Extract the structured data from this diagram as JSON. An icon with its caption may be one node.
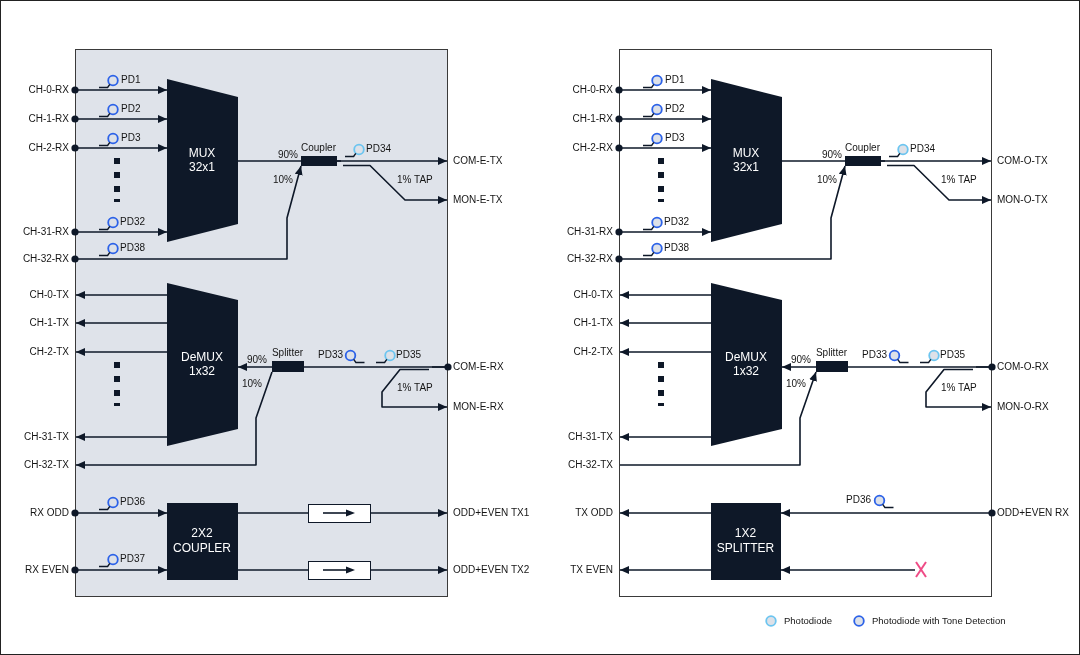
{
  "diagram": {
    "nodes": [
      {
        "text": [],
        "shape": "box"
      },
      {
        "text": [
          "CH-0-RX"
        ]
      },
      {
        "text": [
          "CH-1-RX"
        ]
      },
      {
        "text": [
          "CH-2-RX"
        ]
      },
      {
        "text": [
          "CH-31-RX"
        ]
      },
      {
        "text": [
          "CH-32-RX"
        ]
      },
      {
        "text": [
          "MUX 32x1"
        ],
        "in": 0
      },
      {
        "text": [
          "Coupler"
        ],
        "in": 0
      },
      {
        "text": [
          "COM-E-TX"
        ]
      },
      {
        "text": [
          "MON-E-TX"
        ]
      },
      {
        "text": [
          "CH-0-TX"
        ]
      },
      {
        "text": [
          "CH-1-TX"
        ]
      },
      {
        "text": [
          "CH-2-TX"
        ]
      },
      {
        "text": [
          "CH-31-TX"
        ]
      },
      {
        "text": [
          "CH-32-TX"
        ]
      },
      {
        "text": [
          "DeMUX 1x32"
        ],
        "in": 0
      },
      {
        "text": [
          "Splitter"
        ],
        "in": 0
      },
      {
        "text": [
          "COM-E-RX"
        ]
      },
      {
        "text": [
          "MON-E-RX"
        ]
      },
      {
        "text": [
          "RX ODD"
        ]
      },
      {
        "text": [
          "RX EVEN"
        ]
      },
      {
        "text": [
          "2X2 COUPLER"
        ],
        "in": 0
      },
      {
        "text": [],
        "shape": "box",
        "in": 0
      },
      {
        "text": [],
        "shape": "box",
        "in": 0
      },
      {
        "text": [
          "ODD+EVEN TX1"
        ]
      },
      {
        "text": [
          "ODD+EVEN TX2"
        ]
      },
      {
        "text": [],
        "shape": "box"
      },
      {
        "text": [
          "CH-0-RX"
        ]
      },
      {
        "text": [
          "CH-1-RX"
        ]
      },
      {
        "text": [
          "CH-2-RX"
        ]
      },
      {
        "text": [
          "CH-31-RX"
        ]
      },
      {
        "text": [
          "CH-32-RX"
        ]
      },
      {
        "text": [
          "MUX 32x1"
        ],
        "in": 26
      },
      {
        "text": [
          "Coupler"
        ],
        "in": 26
      },
      {
        "text": [
          "COM-O-TX"
        ]
      },
      {
        "text": [
          "MON-O-TX"
        ]
      },
      {
        "text": [
          "CH-0-TX"
        ]
      },
      {
        "text": [
          "CH-1-TX"
        ]
      },
      {
        "text": [
          "CH-2-TX"
        ]
      },
      {
        "text": [
          "CH-31-TX"
        ]
      },
      {
        "text": [
          "CH-32-TX"
        ]
      },
      {
        "text": [
          "DeMUX 1x32"
        ],
        "in": 26
      },
      {
        "text": [
          "Splitter"
        ],
        "in": 26
      },
      {
        "text": [
          "COM-O-RX"
        ]
      },
      {
        "text": [
          "MON-O-RX"
        ]
      },
      {
        "text": [
          "TX ODD"
        ]
      },
      {
        "text": [
          "1X2 SPLITTER"
        ],
        "in": 26
      },
      {
        "text": [
          "ODD+EVEN RX"
        ]
      },
      {
        "text": [
          "TX EVEN"
        ]
      },
      {
        "text": [],
        "shape": "cross",
        "in": 26
      }
    ],
    "edges": [
      {
        "from": 1,
        "to": 6,
        "arrow": "to"
      },
      {
        "from": 2,
        "to": 6,
        "arrow": "to"
      },
      {
        "from": 3,
        "to": 6,
        "arrow": "to"
      },
      {
        "from": 4,
        "to": 6,
        "arrow": "to"
      },
      {
        "from": 5,
        "to": 7,
        "arrow": "to",
        "label": "10%"
      },
      {
        "from": 6,
        "to": 7,
        "arrow": "none",
        "label": "90%"
      },
      {
        "from": 7,
        "to": 8,
        "arrow": "to"
      },
      {
        "from": 7,
        "to": 9,
        "arrow": "to",
        "label": "1% TAP"
      },
      {
        "from": 15,
        "to": 10,
        "arrow": "to"
      },
      {
        "from": 15,
        "to": 11,
        "arrow": "to"
      },
      {
        "from": 15,
        "to": 12,
        "arrow": "to"
      },
      {
        "from": 15,
        "to": 13,
        "arrow": "to"
      },
      {
        "from": 16,
        "to": 14,
        "arrow": "to",
        "label": "10%"
      },
      {
        "from": 16,
        "to": 15,
        "arrow": "to",
        "label": "90%"
      },
      {
        "from": 17,
        "to": 16,
        "arrow": "other"
      },
      {
        "from": 17,
        "to": 18,
        "arrow": "to",
        "label": "1% TAP"
      },
      {
        "from": 19,
        "to": 21,
        "arrow": "to"
      },
      {
        "from": 20,
        "to": 21,
        "arrow": "to"
      },
      {
        "from": 21,
        "to": 22,
        "arrow": "none"
      },
      {
        "from": 22,
        "to": 24,
        "arrow": "to"
      },
      {
        "from": 21,
        "to": 23,
        "arrow": "none"
      },
      {
        "from": 23,
        "to": 25,
        "arrow": "to"
      },
      {
        "from": 27,
        "to": 32,
        "arrow": "to"
      },
      {
        "from": 28,
        "to": 32,
        "arrow": "to"
      },
      {
        "from": 29,
        "to": 32,
        "arrow": "to"
      },
      {
        "from": 30,
        "to": 32,
        "arrow": "to"
      },
      {
        "from": 31,
        "to": 33,
        "arrow": "to",
        "label": "10%"
      },
      {
        "from": 32,
        "to": 33,
        "arrow": "none",
        "label": "90%"
      },
      {
        "from": 33,
        "to": 34,
        "arrow": "to"
      },
      {
        "from": 33,
        "to": 35,
        "arrow": "to",
        "label": "1% TAP"
      },
      {
        "from": 41,
        "to": 36,
        "arrow": "to"
      },
      {
        "from": 41,
        "to": 37,
        "arrow": "to"
      },
      {
        "from": 41,
        "to": 38,
        "arrow": "to"
      },
      {
        "from": 41,
        "to": 39,
        "arrow": "to"
      },
      {
        "from": 40,
        "to": 42,
        "arrow": "to",
        "label": "10%"
      },
      {
        "from": 42,
        "to": 41,
        "arrow": "to",
        "label": "90%"
      },
      {
        "from": 43,
        "to": 42,
        "arrow": "other"
      },
      {
        "from": 43,
        "to": 44,
        "arrow": "to",
        "label": "1% TAP"
      },
      {
        "from": 47,
        "to": 46,
        "arrow": "to"
      },
      {
        "from": 46,
        "to": 45,
        "arrow": "to"
      },
      {
        "from": 46,
        "to": 48,
        "arrow": "to"
      },
      {
        "from": 49,
        "to": 46,
        "arrow": "to"
      }
    ],
    "labels": [
      "PD1",
      "PD2",
      "PD3",
      "PD34",
      "PD32",
      "PD38",
      "PD33",
      "PD35",
      "PD36",
      "PD37",
      "PD1",
      "PD2",
      "PD3",
      "PD34",
      "PD32",
      "PD38",
      "PD33",
      "PD35",
      "PD36"
    ],
    "legend": [
      {
        "text": "Photodiode",
        "color": "#6cc5f0"
      },
      {
        "text": "Photodiode with Tone Detection",
        "color": "#2c62e8"
      }
    ]
  }
}
